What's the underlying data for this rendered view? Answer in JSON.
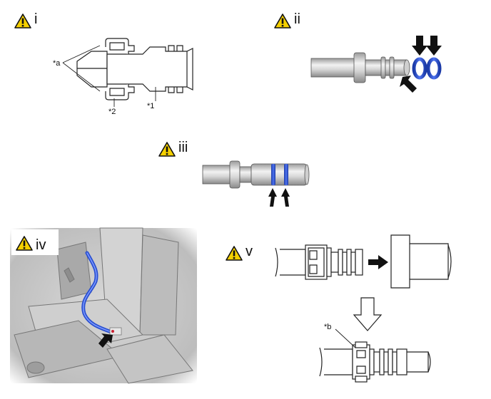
{
  "steps": [
    {
      "label": "i",
      "icon": "warning-icon"
    },
    {
      "label": "ii",
      "icon": "warning-icon"
    },
    {
      "label": "iii",
      "icon": "warning-icon"
    },
    {
      "label": "iv",
      "icon": "warning-icon"
    },
    {
      "label": "v",
      "icon": "warning-icon"
    }
  ],
  "callouts": {
    "a": "*a",
    "one": "*1",
    "two": "*2",
    "b": "*b"
  },
  "colors": {
    "warning_fill": "#f5d000",
    "o_ring": "#2a4fd0",
    "hose": "#2a4fd0",
    "line": "#222222"
  }
}
